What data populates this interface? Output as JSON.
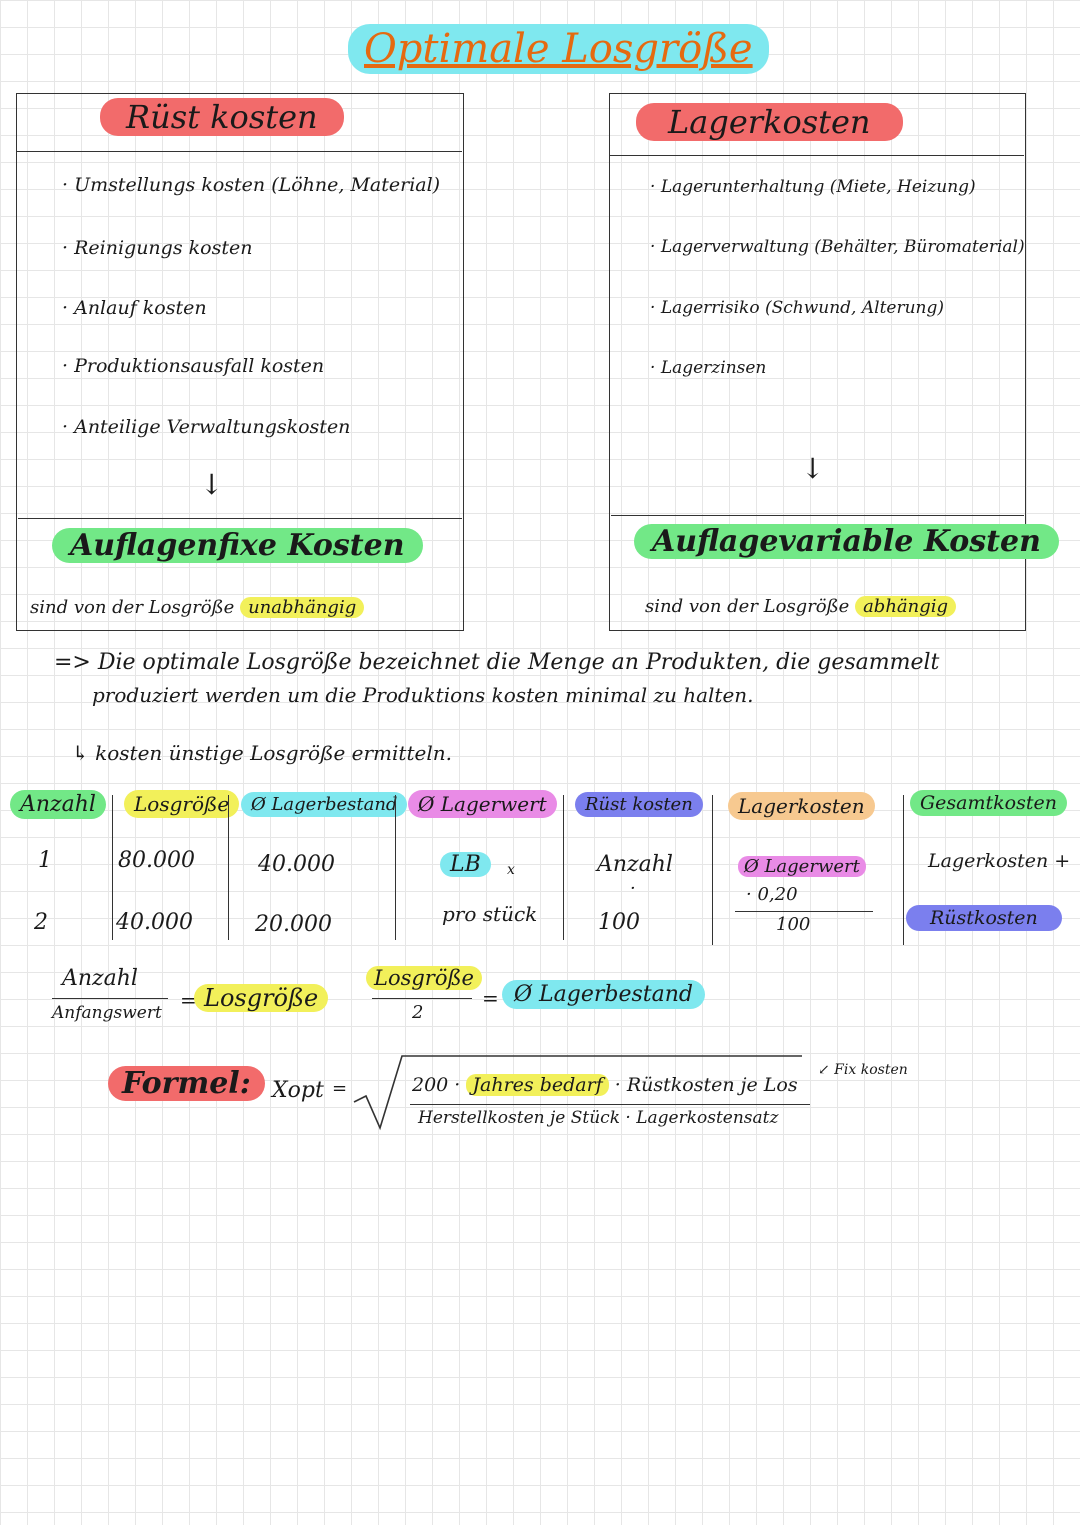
{
  "title": "Optimale Losgröße",
  "ruestkosten_box": {
    "heading": "Rüst kosten",
    "items": [
      "Umstellungs kosten (Löhne, Material)",
      "Reinigungs kosten",
      "Anlauf kosten",
      "Produktionsausfall kosten",
      "Anteilige Verwaltungskosten"
    ],
    "arrow": "↓",
    "result_heading": "Auflagenfixe Kosten",
    "result_note": "sind von der Losgröße",
    "result_highlight": "unabhängig"
  },
  "lagerkosten_box": {
    "heading": "Lagerkosten",
    "items": [
      "Lagerunterhaltung (Miete, Heizung)",
      "Lagerverwaltung (Behälter, Büromaterial)",
      "Lagerrisiko (Schwund, Alterung)",
      "Lagerzinsen"
    ],
    "arrow": "↓",
    "result_heading": "Auflagevariable Kosten",
    "result_note": "sind von der Losgröße",
    "result_highlight": "abhängig"
  },
  "definition": {
    "line1": "=> Die optimale Losgröße bezeichnet die Menge an Produkten, die gesammelt",
    "line2": "produziert werden um die Produktions kosten minimal zu halten.",
    "line3": "↳ kosten ünstige Losgröße ermitteln."
  },
  "table": {
    "headers": [
      "Anzahl",
      "Losgröße",
      "Ø Lagerbestand",
      "Ø Lagerwert",
      "Rüst kosten",
      "Lagerkosten",
      "Gesamtkosten"
    ],
    "header_colors": [
      "#72e887",
      "#f2f05a",
      "#7fe8ef",
      "#e98be6",
      "#7b7fee",
      "#f7c990",
      "#72e887"
    ],
    "rows": [
      {
        "anzahl": "1",
        "losgroesse": "80.000",
        "lagerbestand": "40.000"
      },
      {
        "anzahl": "2",
        "losgroesse": "40.000",
        "lagerbestand": "20.000"
      }
    ],
    "lagerwert": {
      "lb": "LB",
      "x": "x",
      "pro": "pro stück"
    },
    "ruest": {
      "top": "Anzahl",
      "dot": "·",
      "bottom": "100"
    },
    "lager": {
      "top": "Ø Lagerwert",
      "mid": "· 0,20",
      "bottom": "100"
    },
    "gesamt": {
      "top": "Lagerkosten +",
      "bottom": "Rüstkosten"
    }
  },
  "fraction1": {
    "num": "Anzahl",
    "den": "Anfangswert",
    "eq": "=",
    "result": "Losgröße"
  },
  "fraction2": {
    "num": "Losgröße",
    "den": "2",
    "eq": "=",
    "result": "Ø Lagerbestand"
  },
  "formula": {
    "label": "Formel:",
    "var": "Xopt",
    "eq": "=",
    "num_prefix": "200 ·",
    "num_highlight": "Jahres bedarf",
    "num_suffix": "· Rüstkosten je Los",
    "den": "Herstellkosten je Stück · Lagerkostensatz",
    "side_note": "↙ Fix kosten"
  }
}
